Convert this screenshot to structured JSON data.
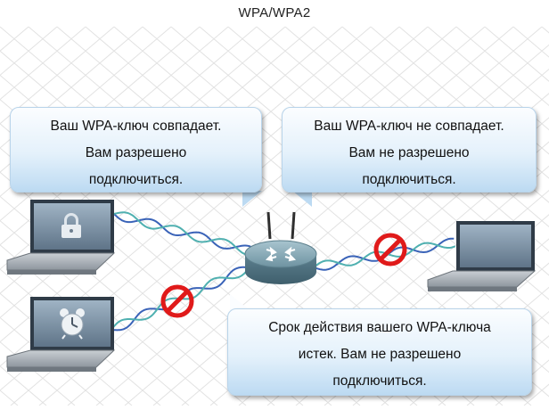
{
  "title": "WPA/WPA2",
  "bubbles": {
    "left": {
      "lines": [
        "Ваш WPA-ключ совпадает.",
        "Вам разрешено",
        "подключиться."
      ]
    },
    "right": {
      "lines": [
        "Ваш WPA-ключ не совпадает.",
        "Вам не разрешено",
        "подключиться."
      ]
    },
    "bottom": {
      "lines": [
        "Срок действия вашего WPA-ключа",
        "истек. Вам не разрешено",
        "подключиться."
      ]
    }
  },
  "devices": {
    "router": {
      "icon": "router-icon"
    },
    "laptop_top_left": {
      "icon": "laptop-icon",
      "screen_icon": "padlock-icon",
      "status": "connected"
    },
    "laptop_bottom_left": {
      "icon": "laptop-icon",
      "screen_icon": "alarm-clock-icon",
      "status": "blocked"
    },
    "laptop_right": {
      "icon": "laptop-icon",
      "screen_icon": "none",
      "status": "blocked"
    }
  },
  "colors": {
    "wave_blue": "#3a63b8",
    "wave_teal": "#4fb0b0",
    "block_red": "#e01a1a",
    "router_body": "#6b8f9c",
    "bubble_gradient_bottom": "#bcdaf2"
  }
}
